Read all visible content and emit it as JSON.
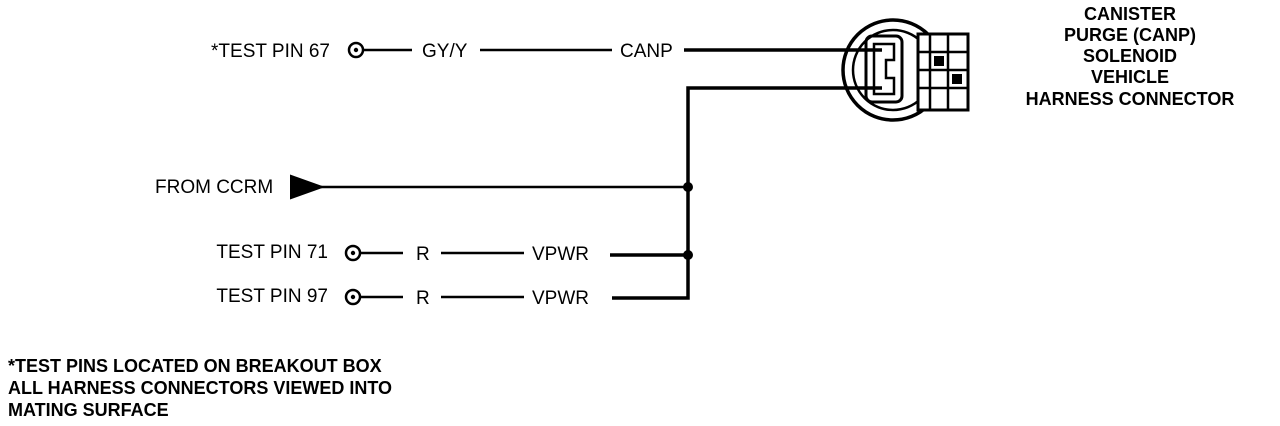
{
  "pins": [
    {
      "label": "*TEST PIN 67",
      "color": "GY/Y",
      "circuit": "CANP"
    },
    {
      "label": "TEST PIN 71",
      "color": "R",
      "circuit": "VPWR"
    },
    {
      "label": "TEST PIN 97",
      "color": "R",
      "circuit": "VPWR"
    }
  ],
  "from_label": "FROM CCRM",
  "connector_title": [
    "CANISTER",
    "PURGE (CANP)",
    "SOLENOID",
    "VEHICLE",
    "HARNESS CONNECTOR"
  ],
  "notes": [
    "*TEST PINS LOCATED ON BREAKOUT BOX",
    "ALL HARNESS CONNECTORS VIEWED INTO",
    "MATING SURFACE"
  ]
}
